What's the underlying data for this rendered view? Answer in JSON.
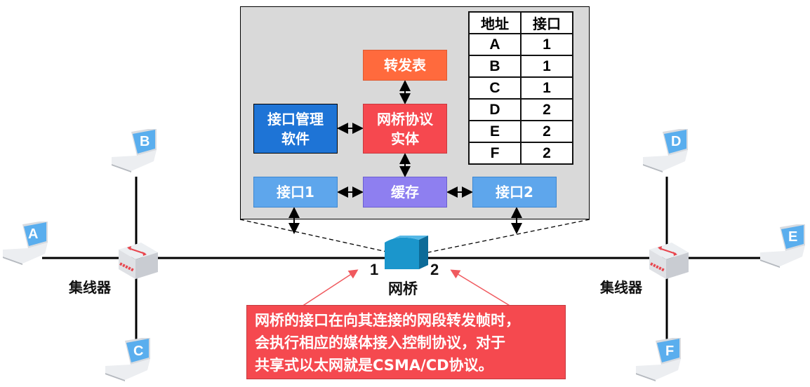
{
  "bridge_internal": {
    "forwarding_table_box": "转发表",
    "protocol_entity_line1": "网桥协议",
    "protocol_entity_line2": "实体",
    "interface_mgmt_line1": "接口管理",
    "interface_mgmt_line2": "软件",
    "interface1": "接口1",
    "buffer": "缓存",
    "interface2": "接口2"
  },
  "forwarding_table": {
    "headers": [
      "地址",
      "接口"
    ],
    "rows": [
      {
        "address": "A",
        "port": "1"
      },
      {
        "address": "B",
        "port": "1"
      },
      {
        "address": "C",
        "port": "1"
      },
      {
        "address": "D",
        "port": "2"
      },
      {
        "address": "E",
        "port": "2"
      },
      {
        "address": "F",
        "port": "2"
      }
    ]
  },
  "bridge": {
    "label": "网桥",
    "port1": "1",
    "port2": "2"
  },
  "hubs": {
    "left_label": "集线器",
    "right_label": "集线器"
  },
  "hosts": {
    "A": "A",
    "B": "B",
    "C": "C",
    "D": "D",
    "E": "E",
    "F": "F"
  },
  "note": {
    "lines": [
      "网桥的接口在向其连接的网段转发帧时，",
      "会执行相应的媒体接入控制协议，对于",
      "共享式以太网就是CSMA/CD协议。"
    ]
  },
  "colors": {
    "forwarding_table_box": "#ff6a3d",
    "protocol_entity": "#f6484f",
    "interface_mgmt": "#1e74d6",
    "interface": "#5ea6ec",
    "buffer": "#8e7ff0",
    "note_bg": "#f5494f",
    "panel_bg": "#d9d9d9",
    "laptop_screen": "#5aaeee",
    "bridge_body": "#1b96cc"
  }
}
